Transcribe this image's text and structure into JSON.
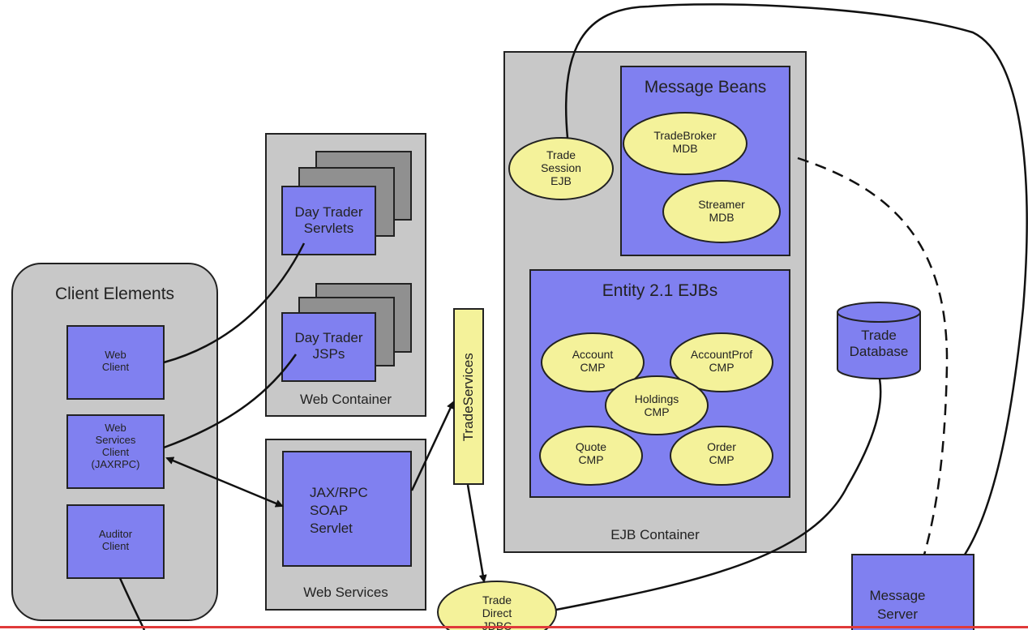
{
  "colors": {
    "container_gray": "#c8c8c8",
    "box_blue": "#8080f0",
    "ellipse_yellow": "#f4f29a",
    "stack_gray": "#909090",
    "border": "#222222",
    "bottom_rule": "#e03a3a"
  },
  "client": {
    "title": "Client Elements",
    "web_client": "Web\nClient",
    "ws_client": "Web\nServices\nClient\n(JAXRPC)",
    "auditor_client": "Auditor\nClient"
  },
  "web_container": {
    "title": "Web Container",
    "servlets": "Day Trader\nServlets",
    "jsps": "Day Trader\nJSPs"
  },
  "web_services": {
    "title": "Web Services",
    "servlet": "JAX/RPC\nSOAP\nServlet"
  },
  "trade_services": "TradeServices",
  "trade_direct": "Trade\nDirect\nJDBC",
  "ejb": {
    "title": "EJB Container",
    "session": "Trade\nSession\nEJB",
    "message_beans_title": "Message Beans",
    "tradebroker": "TradeBroker\nMDB",
    "streamer": "Streamer\nMDB",
    "entity_title": "Entity 2.1 EJBs",
    "account": "Account\nCMP",
    "accountprof": "AccountProf\nCMP",
    "holdings": "Holdings\nCMP",
    "quote": "Quote\nCMP",
    "order": "Order\nCMP"
  },
  "database": "Trade\nDatabase",
  "message_server": "Message\nServer"
}
